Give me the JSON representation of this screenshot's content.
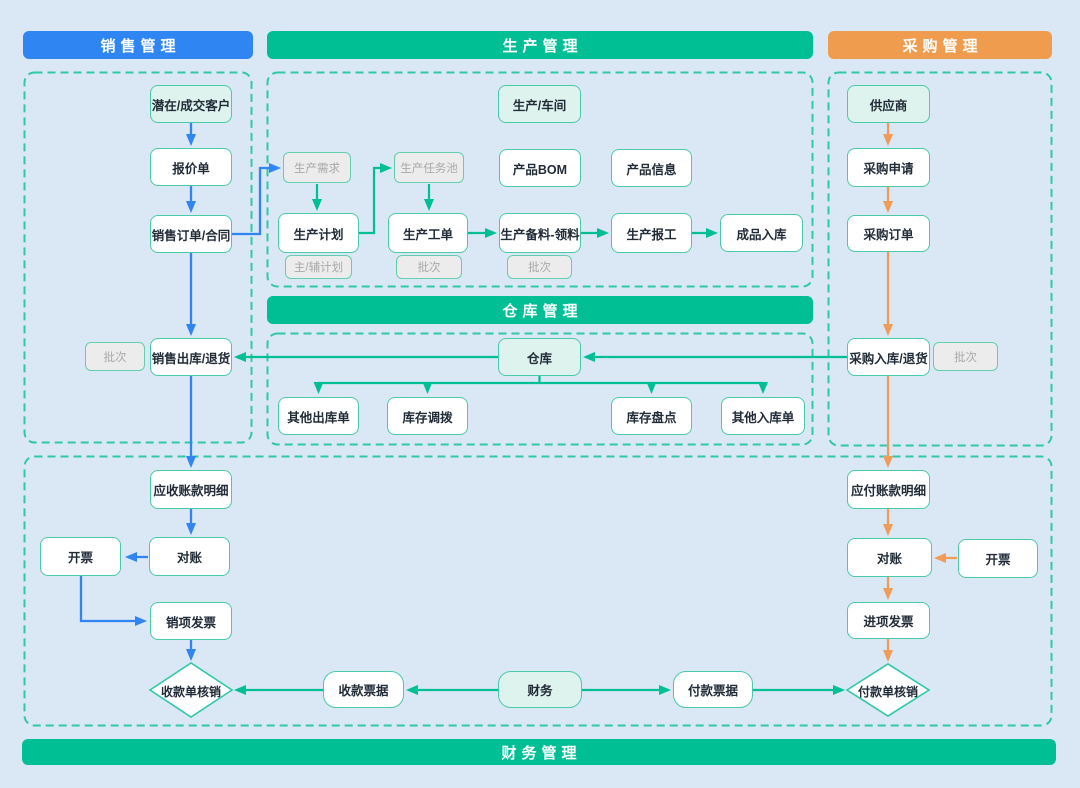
{
  "colors": {
    "background": "#dae7f4",
    "sales_blue": "#2f85f1",
    "flow_green": "#00bf94",
    "purchase_orange": "#ef9c4e",
    "dashed_border_green": "#2fc9a5",
    "node_border_green": "#4acaa6",
    "seed_fill": "#def3ee",
    "ghost_fill": "#ececec",
    "ghost_text": "#a9a9a9",
    "node_text": "#222c38"
  },
  "headers": {
    "sales": "销售管理",
    "production": "生产管理",
    "purchase": "采购管理",
    "warehouse": "仓库管理",
    "finance": "财务管理"
  },
  "nodes": {
    "customer": "潜在/成交客户",
    "quotation": "报价单",
    "sales_order": "销售订单/合同",
    "batch_sales": "批次",
    "sales_outbound": "销售出库/退货",
    "receivable": "应收账款明细",
    "invoice_out_ar": "开票",
    "reconcile_ar": "对账",
    "sales_invoice": "销项发票",
    "receipt_writeoff": "收款单核销",
    "prod_workshop": "生产/车间",
    "prod_bom": "产品BOM",
    "prod_info": "产品信息",
    "prod_demand": "生产需求",
    "prod_plan": "生产计划",
    "plan_sub": "主/辅计划",
    "task_pool": "生产任务池",
    "work_order": "生产工单",
    "batch_work": "批次",
    "material": "生产备料-领料",
    "batch_material": "批次",
    "report_work": "生产报工",
    "finished_in": "成品入库",
    "warehouse": "仓库",
    "other_out": "其他出库单",
    "transfer": "库存调拨",
    "stocktake": "库存盘点",
    "other_in": "其他入库单",
    "supplier": "供应商",
    "purchase_request": "采购申请",
    "purchase_order": "采购订单",
    "purchase_in": "采购入库/退货",
    "batch_purchase": "批次",
    "payable": "应付账款明细",
    "reconcile_ap": "对账",
    "invoice_out_ap": "开票",
    "input_invoice": "进项发票",
    "payment_writeoff": "付款单核销",
    "receipt_note": "收款票据",
    "finance_hub": "财务",
    "payment_note": "付款票据"
  }
}
